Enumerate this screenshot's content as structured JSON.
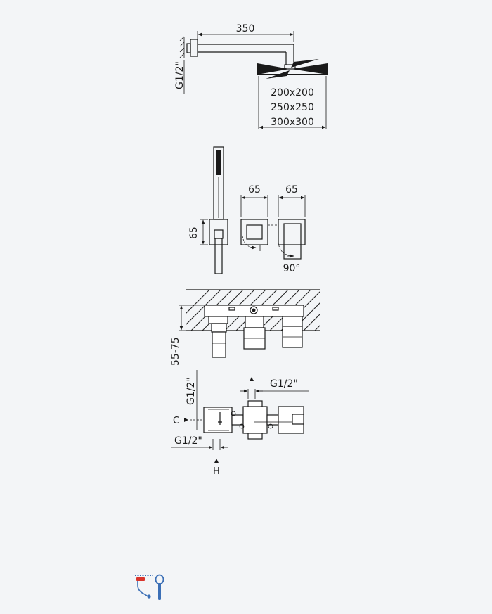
{
  "overhead": {
    "arm_length": "350",
    "inlet": "G1/2\"",
    "sizes": [
      "200x200",
      "250x250",
      "300x300"
    ]
  },
  "hand_shower": {
    "height": "65",
    "width_a": "65",
    "width_b": "65",
    "rotation": "90°"
  },
  "section": {
    "depth": "55-75"
  },
  "connections": {
    "top_thread": "G1/2\"",
    "side_thread": "G1/2\"",
    "bottom_thread": "G1/2\"",
    "cold_label": "C",
    "hot_label": "H"
  },
  "colors": {
    "background": "#f3f5f7",
    "line": "#1a1a1a",
    "icon_blue": "#3b6fb6",
    "icon_red": "#d9342b"
  }
}
